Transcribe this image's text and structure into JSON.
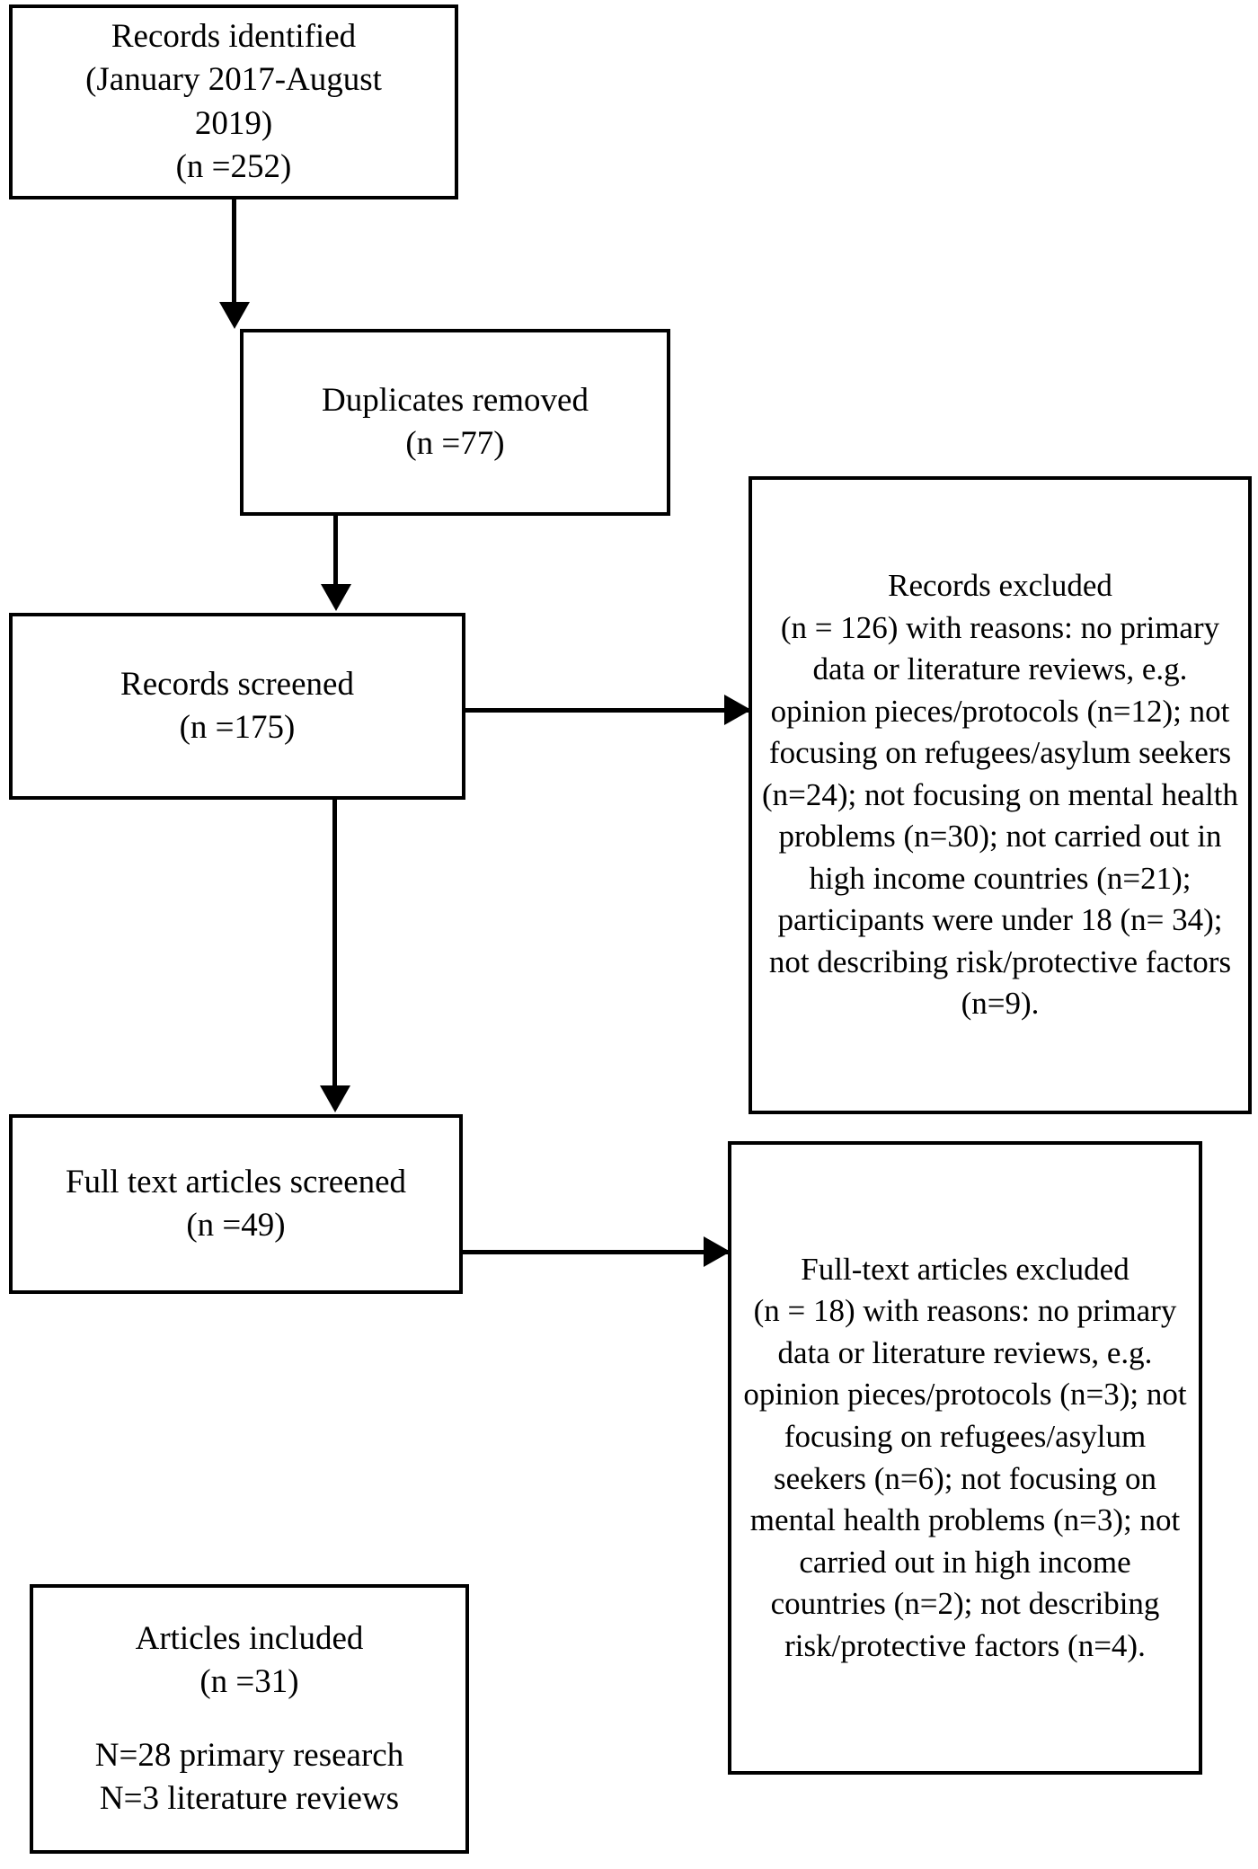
{
  "diagram": {
    "type": "prisma-flow-diagram",
    "nodes": {
      "records_identified": "Records identified\n(January 2017-August\n2019)\n(n =252)",
      "duplicates_removed": "Duplicates removed\n(n =77)",
      "records_screened": "Records screened\n(n =175)",
      "records_excluded": "Records excluded\n(n = 126) with reasons: no primary data or literature reviews, e.g. opinion pieces/protocols (n=12); not focusing on refugees/asylum seekers (n=24); not focusing on mental health problems (n=30); not carried out in high income countries (n=21); participants were under 18 (n= 34); not describing risk/protective factors (n=9).",
      "full_text_screened": "Full text articles screened\n(n =49)",
      "full_text_excluded": "Full-text articles excluded\n(n = 18) with reasons: no primary data or literature reviews, e.g. opinion pieces/protocols (n=3); not focusing on refugees/asylum seekers (n=6); not focusing on mental health problems (n=3); not carried out in high income countries (n=2); not describing risk/protective factors (n=4).",
      "articles_included_title": "Articles included\n(n =31)",
      "articles_included_detail": "N=28 primary research\nN=3 literature reviews"
    },
    "counts": {
      "identified": 252,
      "duplicates": 77,
      "screened": 175,
      "records_excluded": 126,
      "full_text_screened": 49,
      "full_text_excluded": 18,
      "included": 31,
      "included_primary_research": 28,
      "included_literature_reviews": 3
    },
    "records_excluded_reasons": [
      {
        "reason": "no primary data or literature reviews, e.g. opinion pieces/protocols",
        "n": 12
      },
      {
        "reason": "not focusing on refugees/asylum seekers",
        "n": 24
      },
      {
        "reason": "not focusing on mental health problems",
        "n": 30
      },
      {
        "reason": "not carried out in high income countries",
        "n": 21
      },
      {
        "reason": "participants were under 18",
        "n": 34
      },
      {
        "reason": "not describing risk/protective factors",
        "n": 9
      }
    ],
    "full_text_excluded_reasons": [
      {
        "reason": "no primary data or literature reviews, e.g. opinion pieces/protocols",
        "n": 3
      },
      {
        "reason": "not focusing on refugees/asylum seekers",
        "n": 6
      },
      {
        "reason": "not focusing on mental health problems",
        "n": 3
      },
      {
        "reason": "not carried out in high income countries",
        "n": 2
      },
      {
        "reason": "not describing risk/protective factors",
        "n": 4
      }
    ],
    "colors": {
      "border": "#000000",
      "background": "#ffffff",
      "text": "#000000"
    }
  }
}
